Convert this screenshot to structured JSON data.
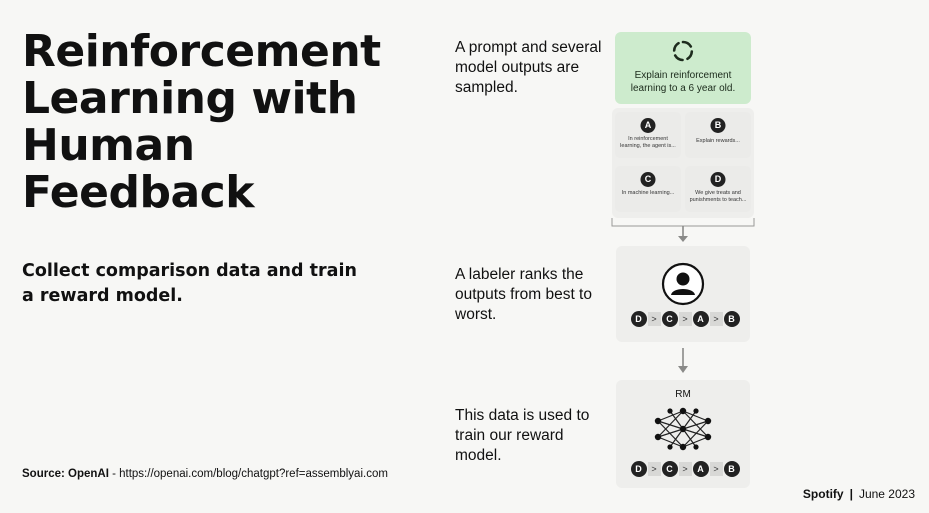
{
  "title": "Reinforcement Learning with Human Feedback",
  "subtitle": "Collect comparison data and train a reward model.",
  "source": {
    "label": "Source: OpenAI",
    "url": " - https://openai.com/blog/chatgpt?ref=assemblyai.com"
  },
  "footer": {
    "brand": "Spotify",
    "separator": "|",
    "date": "June 2023"
  },
  "steps": [
    {
      "text": "A prompt and several model outputs are sampled."
    },
    {
      "text": "A labeler ranks the outputs from best to worst."
    },
    {
      "text": "This data is used to train our reward model."
    }
  ],
  "prompt": {
    "text": "Explain reinforcement learning to a 6 year old.",
    "icon": "openai-logo-icon"
  },
  "outputs": [
    {
      "letter": "A",
      "text": "In reinforcement learning, the agent is..."
    },
    {
      "letter": "B",
      "text": "Explain rewards..."
    },
    {
      "letter": "C",
      "text": "In machine learning..."
    },
    {
      "letter": "D",
      "text": "We give treats and punishments to teach..."
    }
  ],
  "ranking": [
    "D",
    "C",
    "A",
    "B"
  ],
  "ranking_sep": ">",
  "rm_label": "RM",
  "icons": {
    "labeler": "person-icon",
    "network": "neural-network-icon",
    "arrow": "arrow-down-icon"
  }
}
